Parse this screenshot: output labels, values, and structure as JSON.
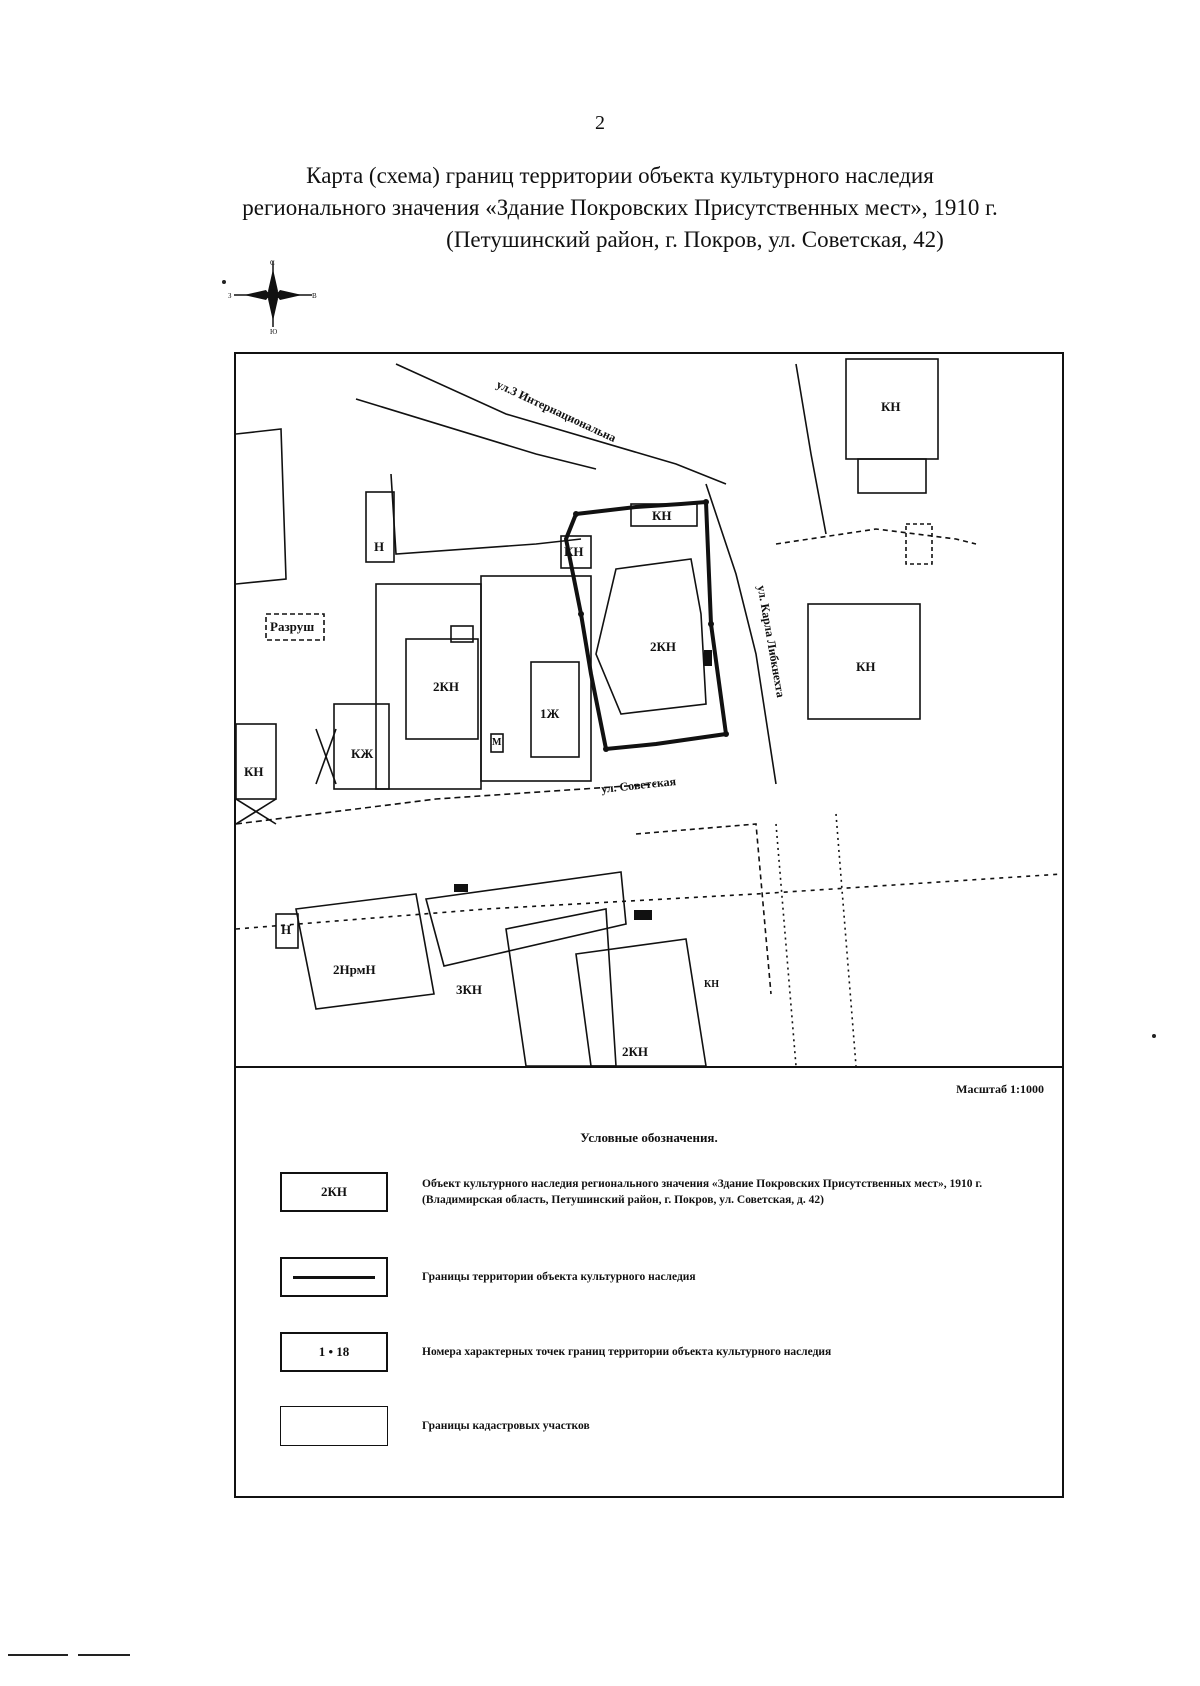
{
  "page_number": "2",
  "title": {
    "line1": "Карта (схема) границ территории объекта культурного наследия",
    "line2": "регионального значения «Здание Покровских Присутственных мест», 1910 г.",
    "line3": "(Петушинский район, г. Покров, ул. Советская, 42)"
  },
  "map": {
    "streets": {
      "internationalnaya": "ул.3 Интернациональна",
      "sovetskaya": "ул. Советская",
      "karla_libknekhta": "ул. Карла Либкнехта"
    },
    "building_labels": {
      "kn_top_right": "КН",
      "kn_object_top": "КН",
      "kn_object_left": "КН",
      "object_2kn": "2КН",
      "left_2kn": "2КН",
      "n_small": "Н",
      "razrushen": "Разруш",
      "kzh": "КЖ",
      "kn_far_left": "КН",
      "kn_right": "КН",
      "mid_1zh": "1Ж",
      "m_small": "М",
      "n_bottom_left": "Н",
      "bottom_2nrmn": "2НрмН",
      "bottom_3kn": "3КН",
      "bottom_2kn": "2КН",
      "bottom_kn_small": "КН"
    }
  },
  "scale": "Масштаб 1:1000",
  "legend": {
    "title": "Условные обозначения.",
    "items": [
      {
        "symbol": "2КН",
        "text": "Объект культурного наследия регионального значения «Здание Покровских Присутственных мест», 1910 г. (Владимирская область, Петушинский район, г. Покров, ул. Советская, д. 42)"
      },
      {
        "symbol": "",
        "text": "Границы территории объекта культурного наследия"
      },
      {
        "symbol": "1 • 18",
        "text": "Номера характерных точек границ территории объекта культурного наследия"
      },
      {
        "symbol": "",
        "text": "Границы кадастровых участков"
      }
    ]
  }
}
